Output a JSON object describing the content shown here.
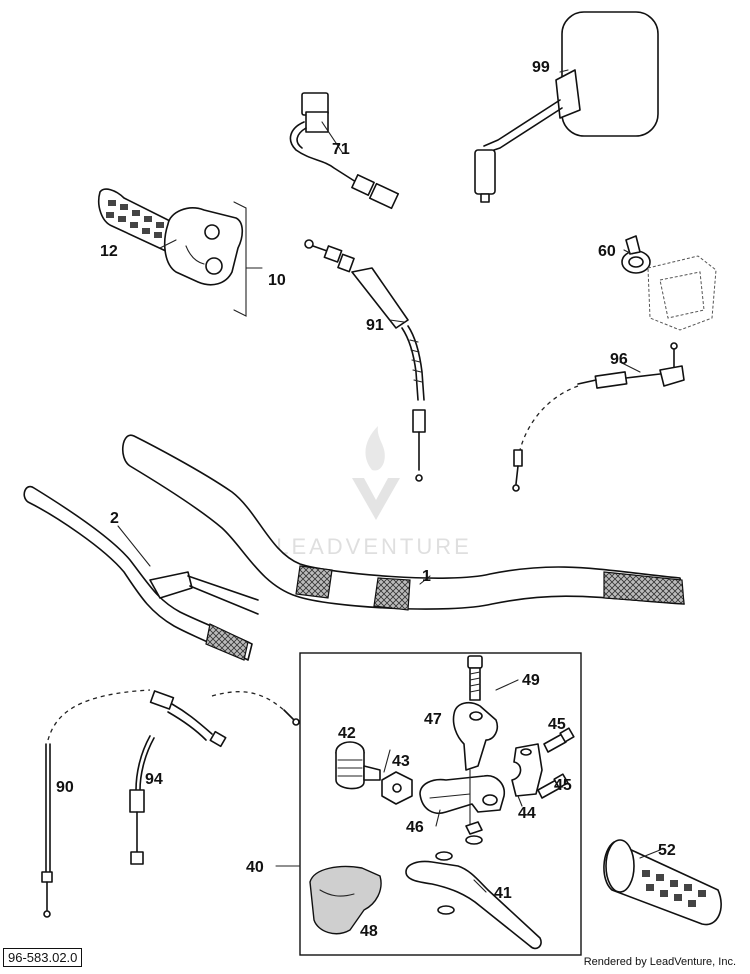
{
  "callouts": {
    "c99": "99",
    "c71": "71",
    "c12": "12",
    "c10": "10",
    "c60": "60",
    "c91": "91",
    "c96": "96",
    "c2": "2",
    "c1": "1",
    "c49": "49",
    "c47": "47",
    "c45a": "45",
    "c42": "42",
    "c43": "43",
    "c90": "90",
    "c94": "94",
    "c46": "46",
    "c44": "44",
    "c45b": "45",
    "c52": "52",
    "c40": "40",
    "c41": "41",
    "c48": "48"
  },
  "watermark": {
    "brand": "LEADVENTURE",
    "icon": "leadventure-logo-icon"
  },
  "footer": {
    "diagram_ref": "96-583.02.0",
    "credit": "Rendered by LeadVenture, Inc."
  }
}
